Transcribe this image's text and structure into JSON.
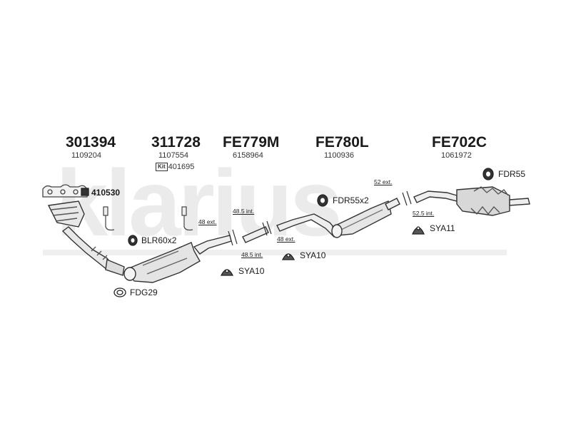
{
  "watermark": "klarius",
  "parts": [
    {
      "code": "301394",
      "ref": "1109204"
    },
    {
      "code": "311728",
      "ref": "1107554",
      "kit_badge": "Kit",
      "kit_ref": "401695"
    },
    {
      "code": "FE779M",
      "ref": "6158964"
    },
    {
      "code": "FE780L",
      "ref": "1100936"
    },
    {
      "code": "FE702C",
      "ref": "1061972"
    }
  ],
  "fittings": {
    "gasket_manifold": "410530",
    "blr": "BLR60x2",
    "fdg": "FDG29",
    "sya10_a": "SYA10",
    "sya10_b": "SYA10",
    "fdr55x2": "FDR55x2",
    "sya11": "SYA11",
    "fdr55": "FDR55"
  },
  "dimensions": {
    "d48ext_top": "48 ext.",
    "d485int_top": "48.5 int.",
    "d48ext_mid": "48 ext.",
    "d485int_bot": "48.5 int.",
    "d52ext": "52 ext.",
    "d525int": "52.5 int."
  }
}
